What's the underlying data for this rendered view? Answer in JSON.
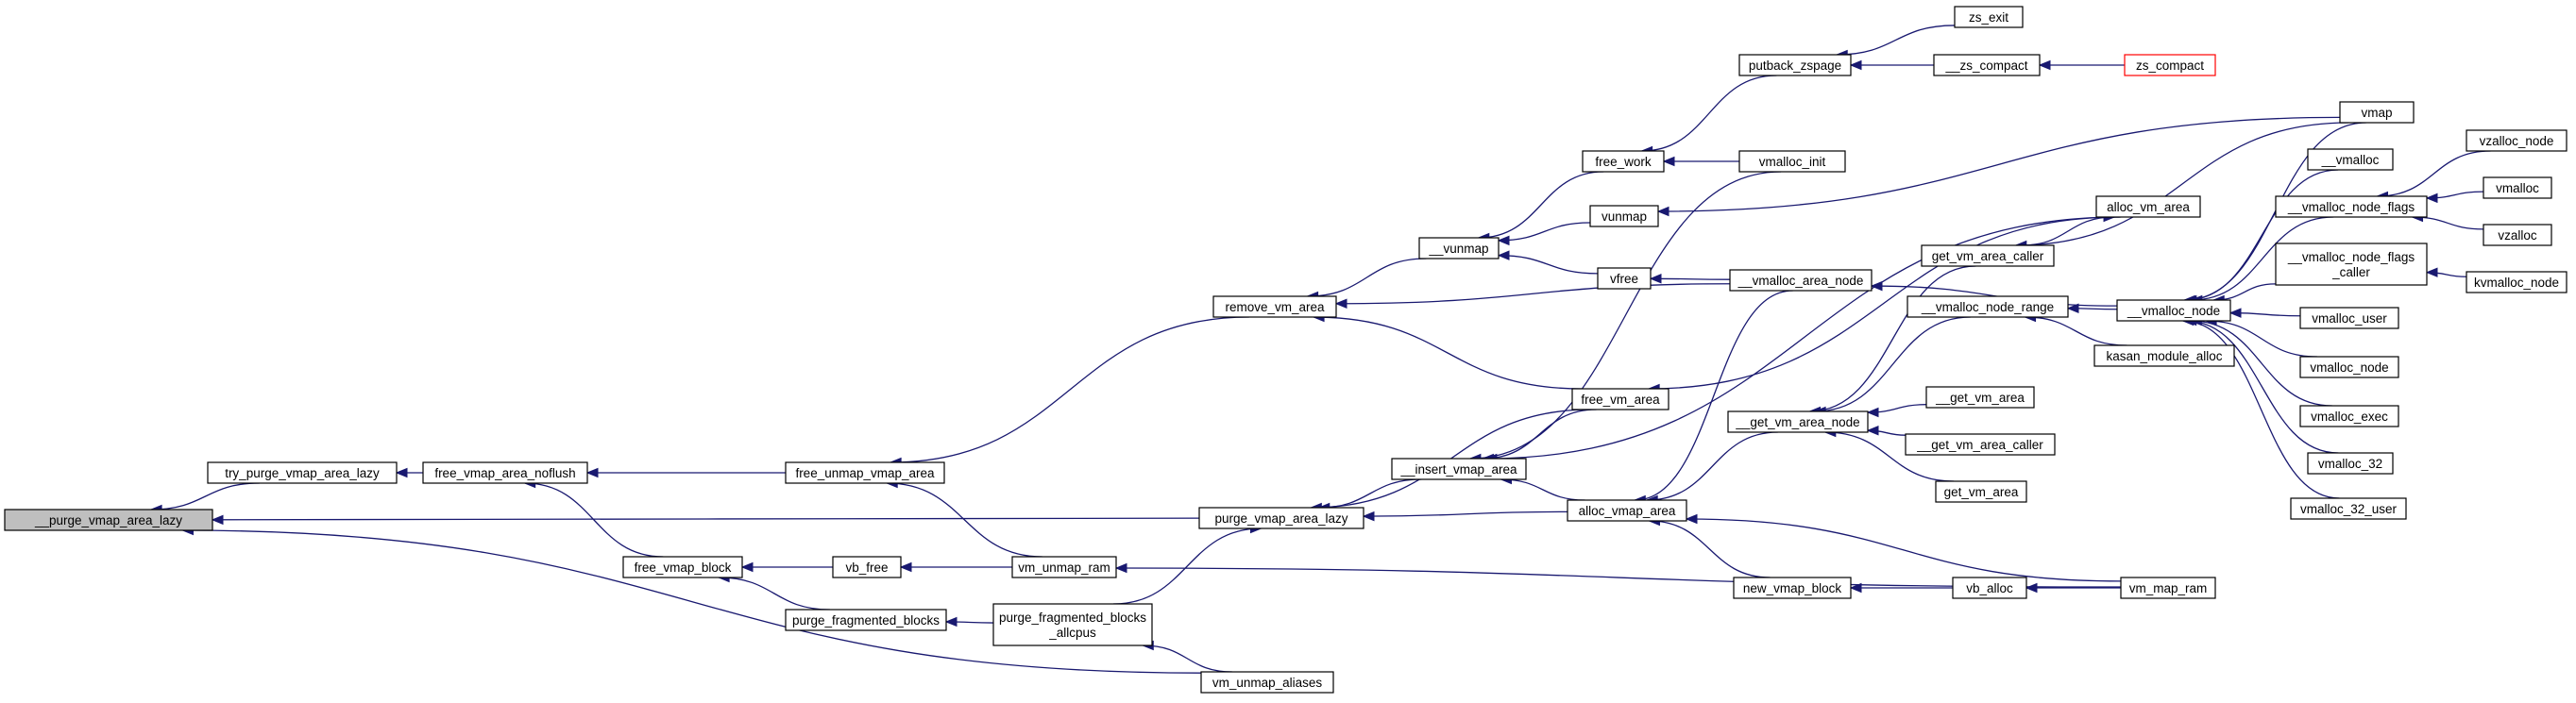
{
  "graph": {
    "colors": {
      "edge": "#191970",
      "root_fill": "#bfbfbf",
      "node_fill": "#ffffff",
      "node_border": "#000000",
      "highlight_border": "#ff0000"
    },
    "nodes": [
      {
        "id": "purge_lazy",
        "lines": [
          "__purge_vmap_area_lazy"
        ],
        "root": true
      },
      {
        "id": "try_purge",
        "lines": [
          "try_purge_vmap_area_lazy"
        ]
      },
      {
        "id": "free_noflush",
        "lines": [
          "free_vmap_area_noflush"
        ]
      },
      {
        "id": "free_unmap",
        "lines": [
          "free_unmap_vmap_area"
        ]
      },
      {
        "id": "remove_vm_area",
        "lines": [
          "remove_vm_area"
        ]
      },
      {
        "id": "vunmap_",
        "lines": [
          "__vunmap"
        ]
      },
      {
        "id": "free_work",
        "lines": [
          "free_work"
        ]
      },
      {
        "id": "putback_zspage",
        "lines": [
          "putback_zspage"
        ]
      },
      {
        "id": "zs_exit",
        "lines": [
          "zs_exit"
        ]
      },
      {
        "id": "zs_compact_",
        "lines": [
          "__zs_compact"
        ]
      },
      {
        "id": "zs_compact",
        "lines": [
          "zs_compact"
        ],
        "red": true
      },
      {
        "id": "vmalloc_init",
        "lines": [
          "vmalloc_init"
        ]
      },
      {
        "id": "vunmap",
        "lines": [
          "vunmap"
        ]
      },
      {
        "id": "vmap",
        "lines": [
          "vmap"
        ]
      },
      {
        "id": "vfree",
        "lines": [
          "vfree"
        ]
      },
      {
        "id": "vmalloc_area_node",
        "lines": [
          "__vmalloc_area_node"
        ]
      },
      {
        "id": "free_vm_area",
        "lines": [
          "free_vm_area"
        ]
      },
      {
        "id": "alloc_vm_area",
        "lines": [
          "alloc_vm_area"
        ]
      },
      {
        "id": "get_vm_area_caller",
        "lines": [
          "get_vm_area_caller"
        ]
      },
      {
        "id": "vmalloc_node_",
        "lines": [
          "__vmalloc_node"
        ]
      },
      {
        "id": "vmalloc_",
        "lines": [
          "__vmalloc"
        ]
      },
      {
        "id": "vmalloc_node_flags",
        "lines": [
          "__vmalloc_node_flags"
        ]
      },
      {
        "id": "vzalloc_node",
        "lines": [
          "vzalloc_node"
        ]
      },
      {
        "id": "vmalloc",
        "lines": [
          "vmalloc"
        ]
      },
      {
        "id": "vzalloc",
        "lines": [
          "vzalloc"
        ]
      },
      {
        "id": "vmalloc_node_flags_caller",
        "lines": [
          "__vmalloc_node_flags",
          "_caller"
        ]
      },
      {
        "id": "kvmalloc_node",
        "lines": [
          "kvmalloc_node"
        ]
      },
      {
        "id": "vmalloc_user",
        "lines": [
          "vmalloc_user"
        ]
      },
      {
        "id": "vmalloc_node",
        "lines": [
          "vmalloc_node"
        ]
      },
      {
        "id": "vmalloc_exec",
        "lines": [
          "vmalloc_exec"
        ]
      },
      {
        "id": "vmalloc_32",
        "lines": [
          "vmalloc_32"
        ]
      },
      {
        "id": "vmalloc_32_user",
        "lines": [
          "vmalloc_32_user"
        ]
      },
      {
        "id": "vmalloc_node_range",
        "lines": [
          "__vmalloc_node_range"
        ]
      },
      {
        "id": "kasan_module_alloc",
        "lines": [
          "kasan_module_alloc"
        ]
      },
      {
        "id": "get_vm_area_node",
        "lines": [
          "__get_vm_area_node"
        ]
      },
      {
        "id": "get_vm_area_",
        "lines": [
          "__get_vm_area"
        ]
      },
      {
        "id": "get_vm_area_caller_",
        "lines": [
          "__get_vm_area_caller"
        ]
      },
      {
        "id": "get_vm_area",
        "lines": [
          "get_vm_area"
        ]
      },
      {
        "id": "insert_vmap_area",
        "lines": [
          "__insert_vmap_area"
        ]
      },
      {
        "id": "purge_vmap_area_lazy",
        "lines": [
          "purge_vmap_area_lazy"
        ]
      },
      {
        "id": "alloc_vmap_area",
        "lines": [
          "alloc_vmap_area"
        ]
      },
      {
        "id": "new_vmap_block",
        "lines": [
          "new_vmap_block"
        ]
      },
      {
        "id": "vb_alloc",
        "lines": [
          "vb_alloc"
        ]
      },
      {
        "id": "vm_map_ram",
        "lines": [
          "vm_map_ram"
        ]
      },
      {
        "id": "free_vmap_block",
        "lines": [
          "free_vmap_block"
        ]
      },
      {
        "id": "vb_free",
        "lines": [
          "vb_free"
        ]
      },
      {
        "id": "vm_unmap_ram",
        "lines": [
          "vm_unmap_ram"
        ]
      },
      {
        "id": "purge_fragmented_blocks",
        "lines": [
          "purge_fragmented_blocks"
        ]
      },
      {
        "id": "purge_fragmented_blocks_allcpus",
        "lines": [
          "purge_fragmented_blocks",
          "_allcpus"
        ]
      },
      {
        "id": "vm_unmap_aliases",
        "lines": [
          "vm_unmap_aliases"
        ]
      }
    ],
    "edges": [
      [
        "try_purge",
        "purge_lazy"
      ],
      [
        "purge_vmap_area_lazy",
        "purge_lazy"
      ],
      [
        "vm_unmap_aliases",
        "purge_lazy"
      ],
      [
        "free_noflush",
        "try_purge"
      ],
      [
        "free_unmap",
        "free_noflush"
      ],
      [
        "free_vmap_block",
        "free_noflush"
      ],
      [
        "remove_vm_area",
        "free_unmap"
      ],
      [
        "vm_unmap_ram",
        "free_unmap"
      ],
      [
        "vunmap_",
        "remove_vm_area"
      ],
      [
        "vmalloc_area_node",
        "remove_vm_area"
      ],
      [
        "free_vm_area",
        "remove_vm_area"
      ],
      [
        "free_work",
        "vunmap_"
      ],
      [
        "vunmap",
        "vunmap_"
      ],
      [
        "vfree",
        "vunmap_"
      ],
      [
        "putback_zspage",
        "free_work"
      ],
      [
        "vmalloc_init",
        "free_work"
      ],
      [
        "zs_exit",
        "putback_zspage"
      ],
      [
        "zs_compact_",
        "putback_zspage"
      ],
      [
        "zs_compact",
        "zs_compact_"
      ],
      [
        "vmap",
        "vunmap"
      ],
      [
        "vmalloc_area_node",
        "vfree"
      ],
      [
        "vmalloc_node_",
        "vmalloc_area_node"
      ],
      [
        "alloc_vm_area",
        "free_vm_area"
      ],
      [
        "get_vm_area_caller",
        "alloc_vm_area"
      ],
      [
        "vmap",
        "get_vm_area_caller"
      ],
      [
        "vmalloc_",
        "vmalloc_node_"
      ],
      [
        "vmalloc_node_flags",
        "vmalloc_node_"
      ],
      [
        "vmalloc_node_flags_caller",
        "vmalloc_node_"
      ],
      [
        "vmalloc_user",
        "vmalloc_node_"
      ],
      [
        "vmalloc_node",
        "vmalloc_node_"
      ],
      [
        "vmalloc_exec",
        "vmalloc_node_"
      ],
      [
        "vmalloc_32",
        "vmalloc_node_"
      ],
      [
        "vmalloc_32_user",
        "vmalloc_node_"
      ],
      [
        "vmap",
        "vmalloc_node_"
      ],
      [
        "vzalloc_node",
        "vmalloc_node_flags"
      ],
      [
        "vmalloc",
        "vmalloc_node_flags"
      ],
      [
        "vzalloc",
        "vmalloc_node_flags"
      ],
      [
        "kvmalloc_node",
        "vmalloc_node_flags_caller"
      ],
      [
        "vmalloc_node_",
        "vmalloc_node_range"
      ],
      [
        "kasan_module_alloc",
        "vmalloc_node_range"
      ],
      [
        "get_vm_area_caller",
        "get_vm_area_node"
      ],
      [
        "vmalloc_node_range",
        "get_vm_area_node"
      ],
      [
        "get_vm_area_",
        "get_vm_area_node"
      ],
      [
        "get_vm_area_caller_",
        "get_vm_area_node"
      ],
      [
        "get_vm_area",
        "get_vm_area_node"
      ],
      [
        "get_vm_area_node",
        "alloc_vmap_area"
      ],
      [
        "vmalloc_area_node",
        "alloc_vmap_area"
      ],
      [
        "new_vmap_block",
        "alloc_vmap_area"
      ],
      [
        "vm_map_ram",
        "alloc_vmap_area"
      ],
      [
        "vb_alloc",
        "new_vmap_block"
      ],
      [
        "vm_map_ram",
        "vb_alloc"
      ],
      [
        "alloc_vmap_area",
        "insert_vmap_area"
      ],
      [
        "free_vm_area",
        "insert_vmap_area"
      ],
      [
        "alloc_vm_area",
        "insert_vmap_area"
      ],
      [
        "vmalloc_init",
        "insert_vmap_area"
      ],
      [
        "insert_vmap_area",
        "purge_vmap_area_lazy"
      ],
      [
        "alloc_vmap_area",
        "purge_vmap_area_lazy"
      ],
      [
        "free_vm_area",
        "purge_vmap_area_lazy"
      ],
      [
        "purge_fragmented_blocks_allcpus",
        "purge_vmap_area_lazy"
      ],
      [
        "vb_free",
        "free_vmap_block"
      ],
      [
        "purge_fragmented_blocks",
        "free_vmap_block"
      ],
      [
        "vm_unmap_ram",
        "vb_free"
      ],
      [
        "vm_map_ram",
        "vm_unmap_ram"
      ],
      [
        "purge_fragmented_blocks_allcpus",
        "purge_fragmented_blocks"
      ],
      [
        "vm_unmap_aliases",
        "purge_fragmented_blocks_allcpus"
      ]
    ]
  }
}
